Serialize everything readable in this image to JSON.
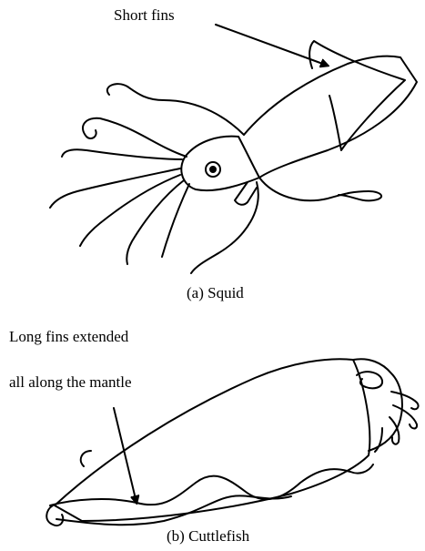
{
  "figure": {
    "squid": {
      "annotation": "Short fins",
      "caption": "(a) Squid"
    },
    "cuttlefish": {
      "annotation_line1": "Long fins extended",
      "annotation_line2": "all along the mantle",
      "caption": "(b) Cuttlefish"
    }
  }
}
